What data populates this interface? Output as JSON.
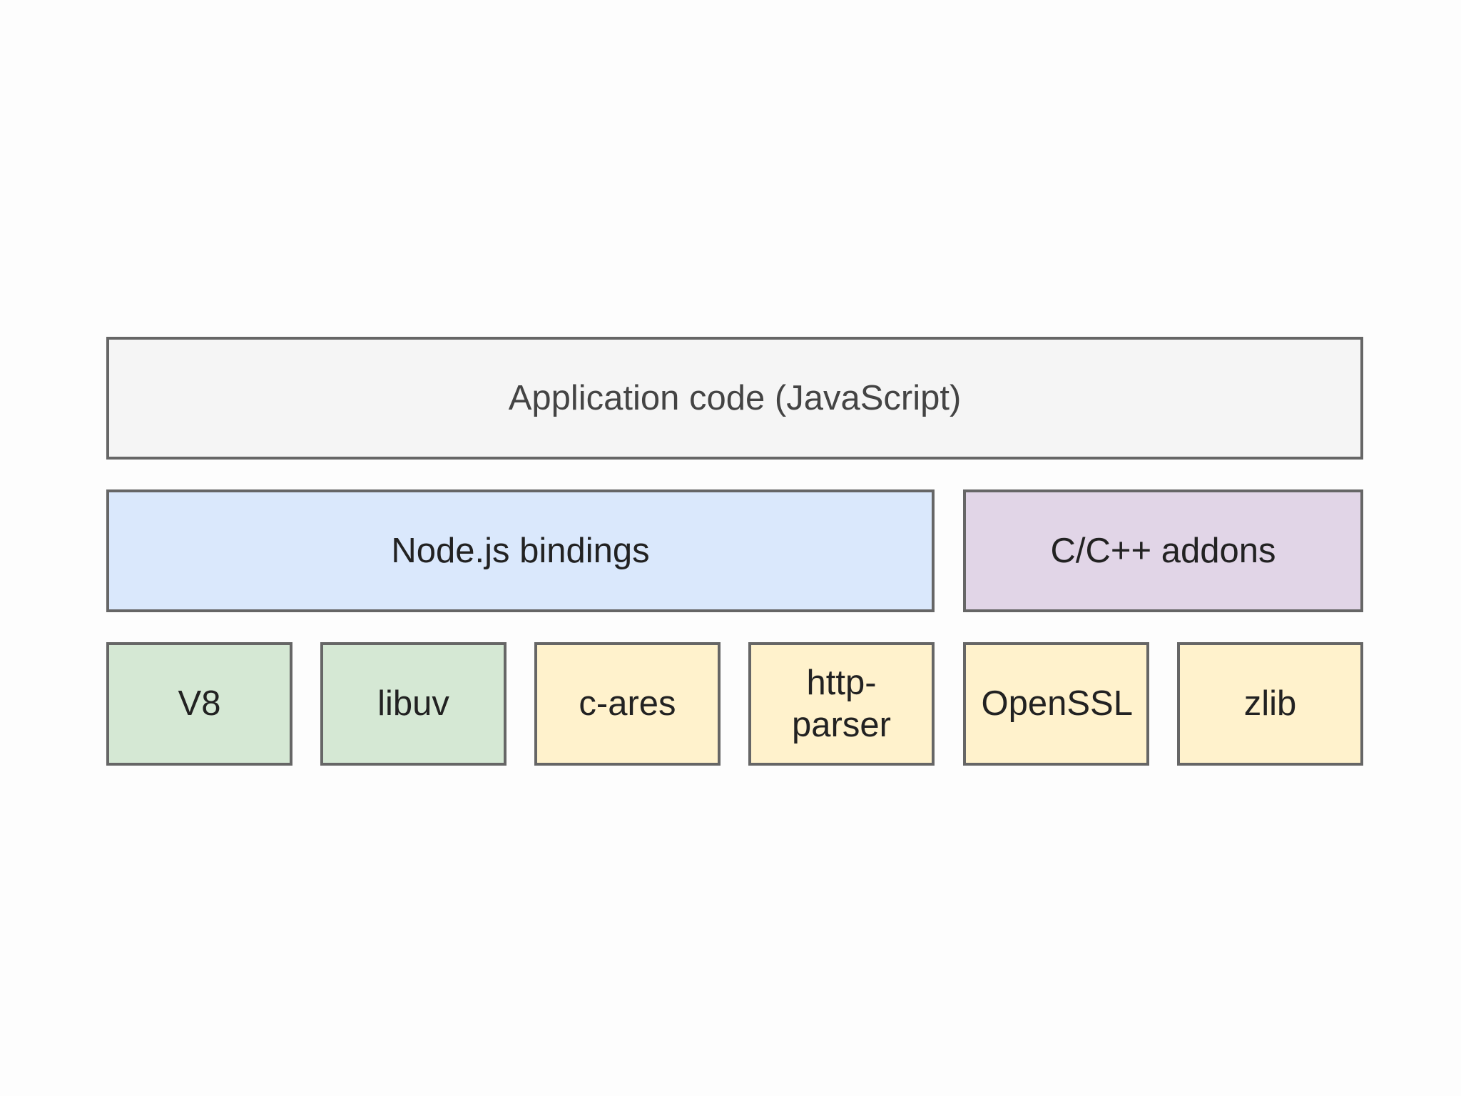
{
  "colors": {
    "application": "#f5f5f5",
    "bindings": "#dae8fc",
    "addons": "#e1d5e7",
    "green": "#d5e8d4",
    "yellow": "#fff2cc",
    "border": "#666666"
  },
  "layers": {
    "application": {
      "label": "Application code (JavaScript)"
    },
    "bindings": {
      "label": "Node.js bindings"
    },
    "addons": {
      "label": "C/C++ addons"
    },
    "dependencies": [
      {
        "label": "V8",
        "color": "green"
      },
      {
        "label": "libuv",
        "color": "green"
      },
      {
        "label": "c-ares",
        "color": "yellow"
      },
      {
        "label": "http-parser",
        "color": "yellow"
      },
      {
        "label": "OpenSSL",
        "color": "yellow"
      },
      {
        "label": "zlib",
        "color": "yellow"
      }
    ]
  }
}
